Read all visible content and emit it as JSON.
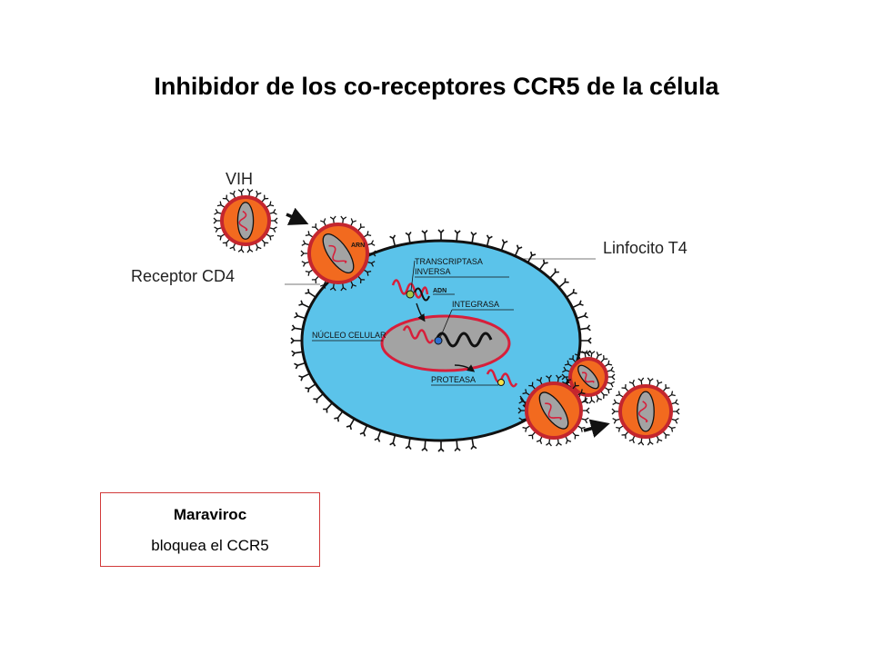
{
  "title": "Inhibidor de los co-receptores CCR5 de la célula",
  "labels": {
    "virus": "VIH",
    "receptor": "Receptor CD4",
    "lymphocyte": "Linfocito T4"
  },
  "inner_labels": {
    "rna": "ARN",
    "reverse_transcriptase_1": "TRANSCRIPTASA",
    "reverse_transcriptase_2": "INVERSA",
    "dna": "ADN",
    "integrase": "INTEGRASA",
    "nucleus": "NÚCLEO CELULAR",
    "protease": "PROTEASA"
  },
  "callout": {
    "drug": "Maraviroc",
    "action": "bloquea el CCR5"
  },
  "colors": {
    "cell": "#5bc3ea",
    "nucleus": "#a3a3a3",
    "virus_fill": "#f26a1f",
    "virus_ring": "#c4262e",
    "rna": "#d71f3b",
    "callout_border": "#d23a3a"
  }
}
